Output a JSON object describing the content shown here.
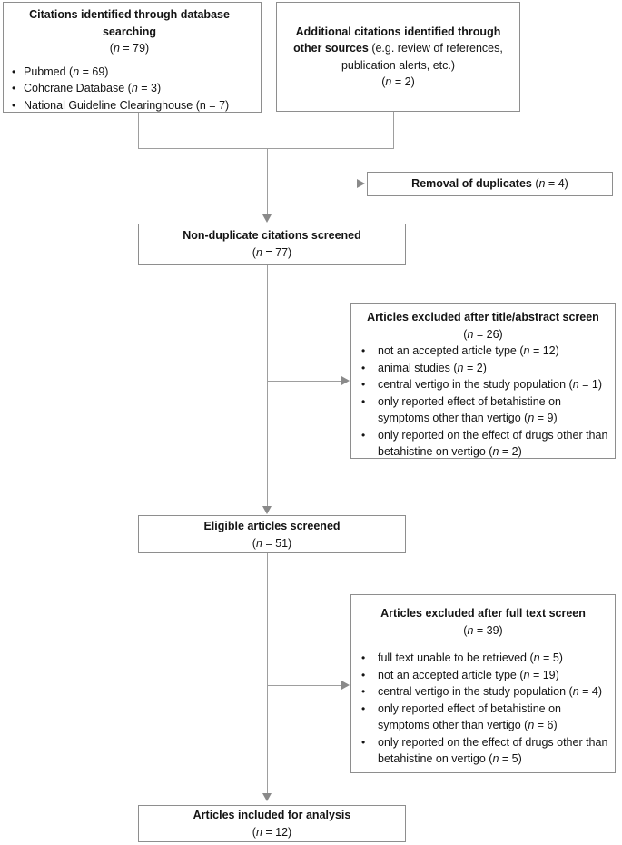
{
  "figure": {
    "boxes": {
      "db_search": {
        "title": "Citations identified through database\nsearching",
        "count": "(n = 79)",
        "bullets": [
          "Pubmed (n = 69)",
          "Cohcrane Database (n = 3)",
          "National Guideline Clearinghouse (n = 7)"
        ]
      },
      "other_sources": {
        "title_bold": "Additional citations identified through\nother sources ",
        "title_rest": "(e.g. review of references,\npublication alerts, etc.)",
        "count": "(n = 2)"
      },
      "duplicates": {
        "label_bold": "Removal of duplicates ",
        "count": "(n = 4)"
      },
      "non_duplicate": {
        "title": "Non-duplicate citations screened",
        "count": "(n = 77)"
      },
      "excluded_title_abstract": {
        "title": "Articles excluded after title/abstract screen",
        "count": "(n = 26)",
        "bullets": [
          "not an accepted article type (n = 12)",
          "animal studies (n = 2)",
          "central vertigo in the study population (n = 1)",
          "only reported effect of betahistine on\nsymptoms other than vertigo (n = 9)",
          "only reported on the effect of drugs other than\nbetahistine on vertigo (n = 2)"
        ]
      },
      "eligible": {
        "title": "Eligible articles screened",
        "count": "(n = 51)"
      },
      "excluded_full_text": {
        "title": "Articles excluded after full text screen",
        "count": "(n = 39)",
        "bullets": [
          "full text unable to be retrieved (n = 5)",
          "not an accepted article type (n = 19)",
          "central vertigo in the study population (n = 4)",
          "only reported effect of betahistine on\nsymptoms other than vertigo (n = 6)",
          "only reported on the effect of drugs other than\nbetahistine on vertigo (n = 5)"
        ]
      },
      "included": {
        "title": "Articles included for analysis",
        "count": "(n = 12)"
      }
    },
    "colors": {
      "box_border": "#8e8e8e",
      "connector_line": "#9e9e9e",
      "arrowhead": "#8a8a8a",
      "text": "#141414",
      "background": "#ffffff"
    }
  }
}
